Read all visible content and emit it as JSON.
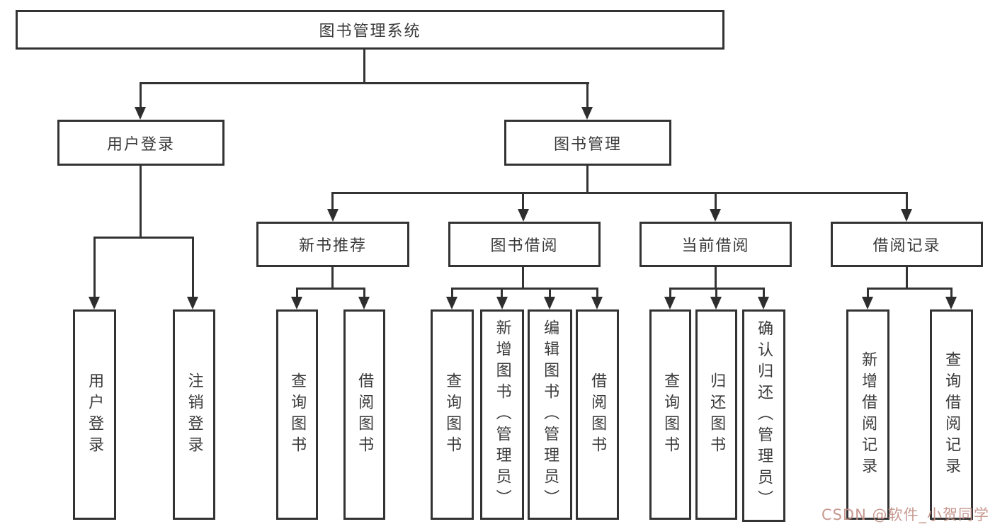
{
  "diagram": {
    "type": "hierarchy-tree",
    "root": {
      "label": "图书管理系统",
      "children": [
        {
          "label": "用户登录",
          "children": [
            {
              "label": "用户登录"
            },
            {
              "label": "注销登录"
            }
          ]
        },
        {
          "label": "图书管理",
          "children": [
            {
              "label": "新书推荐",
              "children": [
                {
                  "label": "查询图书"
                },
                {
                  "label": "借阅图书"
                }
              ]
            },
            {
              "label": "图书借阅",
              "children": [
                {
                  "label": "查询图书"
                },
                {
                  "label": "新增图书（管理员）"
                },
                {
                  "label": "编辑图书（管理员）"
                },
                {
                  "label": "借阅图书"
                }
              ]
            },
            {
              "label": "当前借阅",
              "children": [
                {
                  "label": "查询图书"
                },
                {
                  "label": "归还图书"
                },
                {
                  "label": "确认归还（管理员）"
                }
              ]
            },
            {
              "label": "借阅记录",
              "children": [
                {
                  "label": "新增借阅记录"
                },
                {
                  "label": "查询借阅记录"
                }
              ]
            }
          ]
        }
      ]
    },
    "colors": {
      "line": "#333333",
      "box_border": "#333333",
      "text": "#3a3a3a",
      "background": "#ffffff",
      "watermark": "#c28e84"
    }
  },
  "watermark": {
    "text": "CSDN @软件_小贺同学"
  }
}
